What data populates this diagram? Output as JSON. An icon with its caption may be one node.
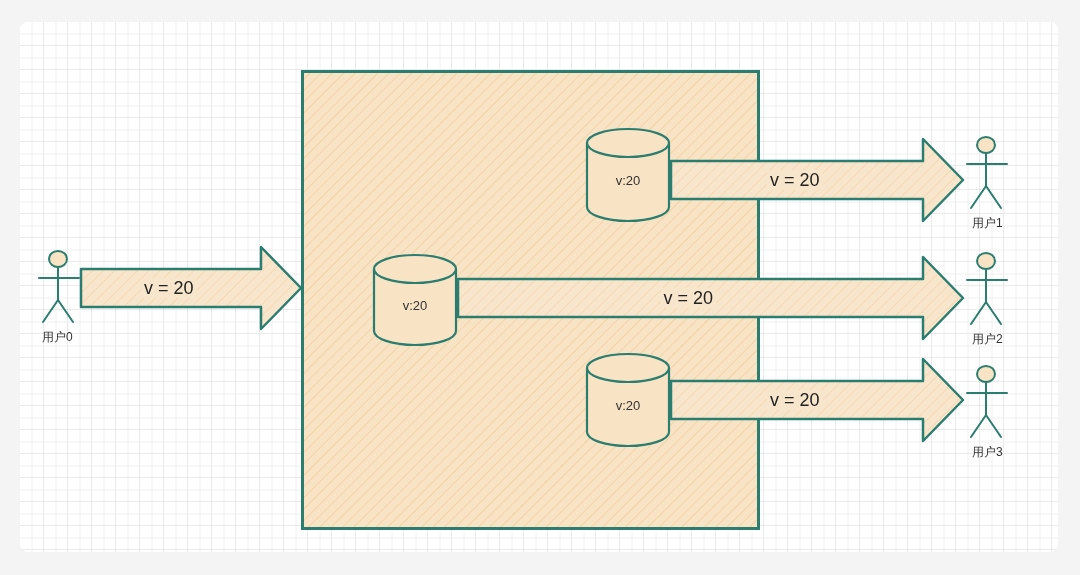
{
  "diagram": {
    "nodes": [
      {
        "text": [],
        "shape": "person",
        "beside": [
          "用户0"
        ]
      },
      {
        "text": [],
        "shape": "box"
      },
      {
        "text": [
          "v:20"
        ],
        "in": 1
      },
      {
        "text": [
          "v:20"
        ],
        "in": 1
      },
      {
        "text": [
          "v:20"
        ],
        "in": 1
      },
      {
        "text": [],
        "shape": "person",
        "beside": [
          "用户1"
        ]
      },
      {
        "text": [],
        "shape": "person",
        "beside": [
          "用户2"
        ]
      },
      {
        "text": [],
        "shape": "person",
        "beside": [
          "用户3"
        ]
      }
    ],
    "edges": [
      {
        "from": 0,
        "to": 1,
        "arrow": "to",
        "label": "v = 20"
      },
      {
        "from": 3,
        "to": 5,
        "arrow": "to",
        "label": "v = 20"
      },
      {
        "from": 2,
        "to": 6,
        "arrow": "to",
        "label": "v = 20"
      },
      {
        "from": 4,
        "to": 7,
        "arrow": "to",
        "label": "v = 20"
      }
    ]
  }
}
